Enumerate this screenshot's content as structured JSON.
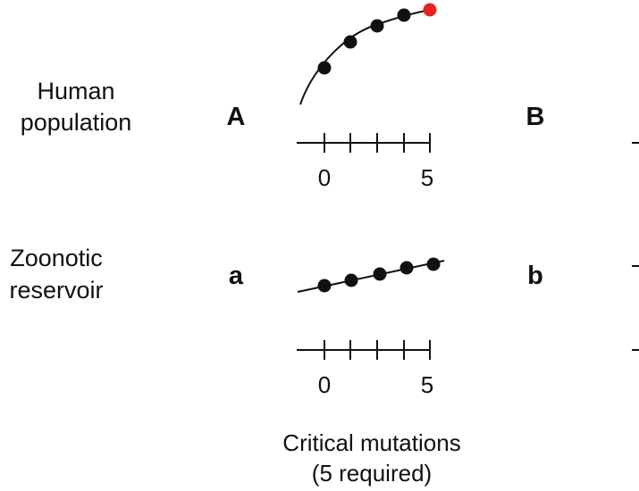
{
  "rows": {
    "human": {
      "label_line1": "Human",
      "label_line2": "population",
      "panel_left": "A",
      "panel_right": "B"
    },
    "zoonotic": {
      "label_line1": "Zoonotic",
      "label_line2": "reservoir",
      "panel_left": "a",
      "panel_right": "b"
    }
  },
  "axis": {
    "tick_start": "0",
    "tick_end": "5",
    "title_line1": "Critical mutations",
    "title_line2": "(5 required)"
  },
  "colors": {
    "ink": "#111111",
    "highlight": "#e8231f"
  },
  "series": {
    "human_points_highlight_last": true,
    "point_count": 5
  }
}
